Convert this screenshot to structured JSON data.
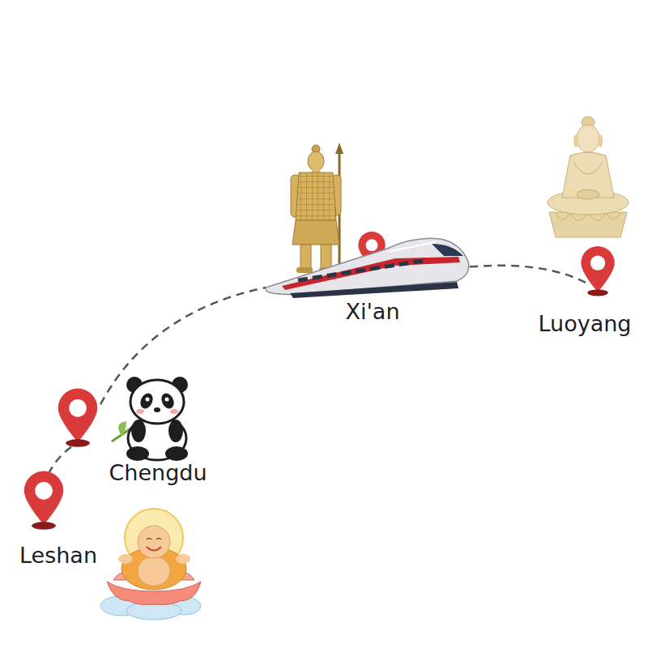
{
  "diagram": {
    "nodes": [
      {
        "text": [
          "Xi'an"
        ]
      },
      {
        "text": [
          "Luoyang"
        ]
      },
      {
        "text": [
          "Chengdu"
        ]
      },
      {
        "text": [
          "Leshan"
        ]
      }
    ],
    "edges": [
      {
        "from": 2,
        "to": 3,
        "arrow": "none"
      },
      {
        "from": 2,
        "to": 0,
        "arrow": "none"
      },
      {
        "from": 0,
        "to": 1,
        "arrow": "none"
      }
    ]
  }
}
